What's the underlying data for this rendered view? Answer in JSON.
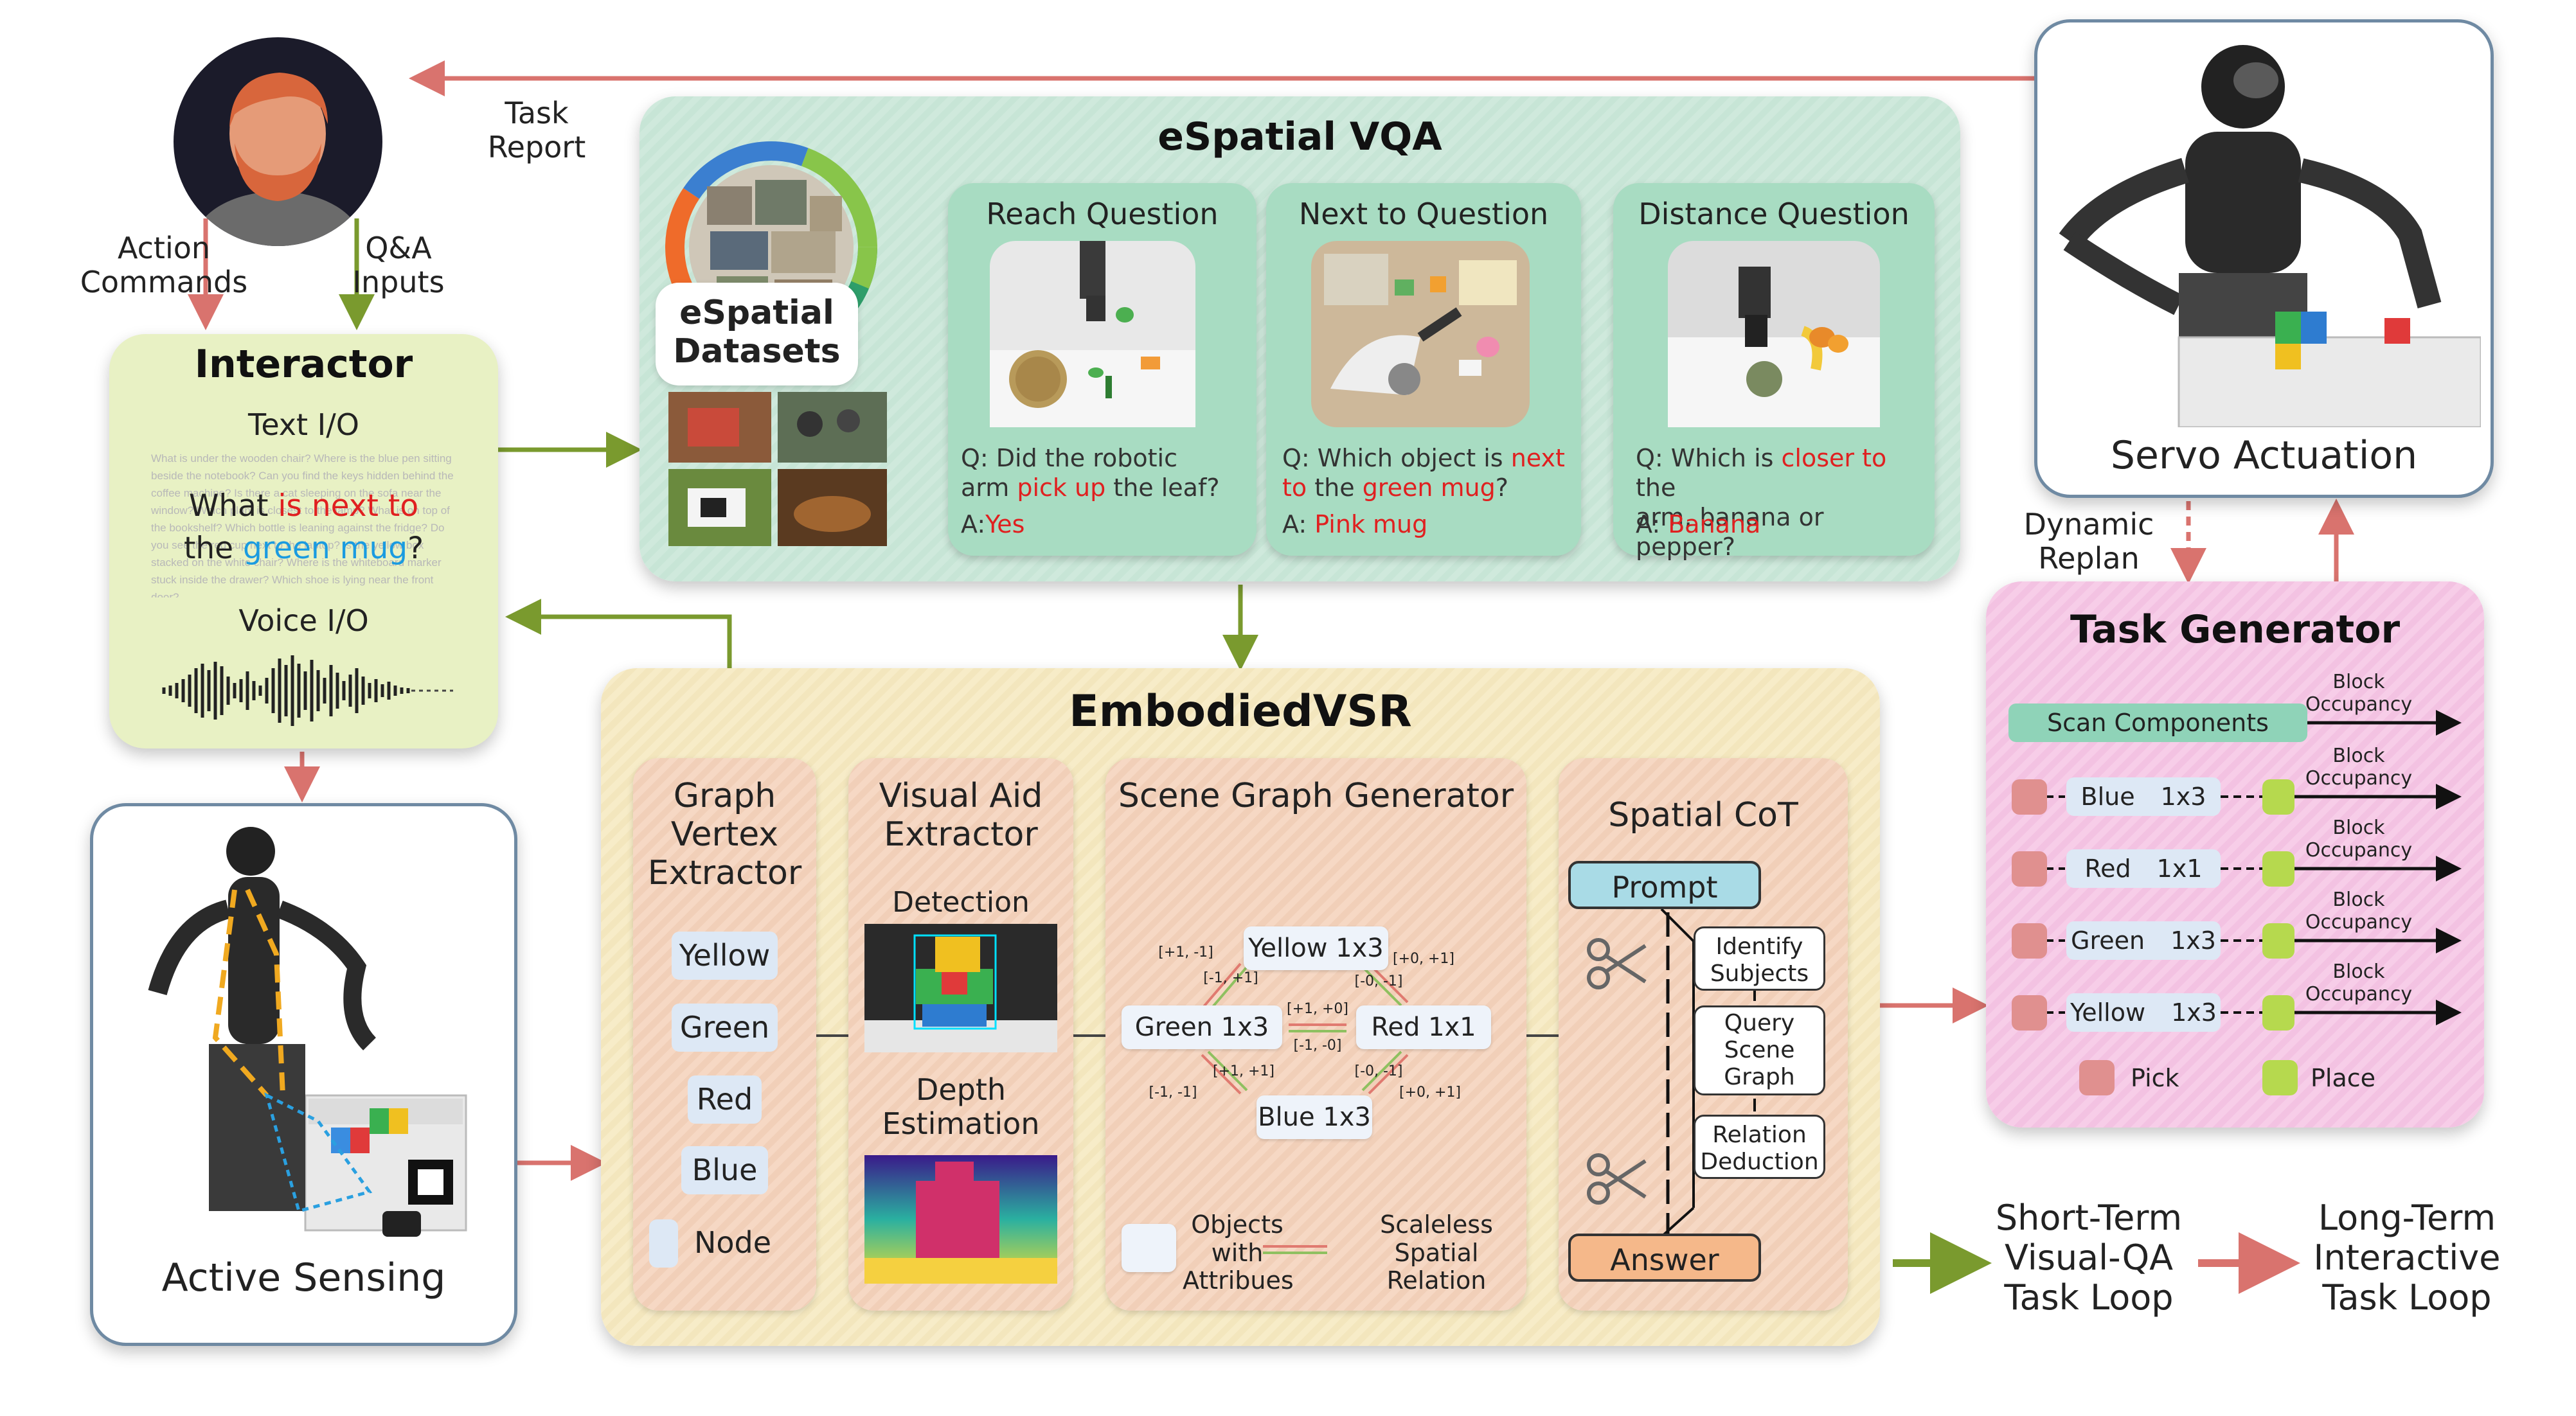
{
  "task_report": "Task\nReport",
  "action_commands": "Action\nCommands",
  "qa_inputs": "Q&A\nInputs",
  "interactor": {
    "title": "Interactor",
    "text_io": "Text I/O",
    "bg_text": "What is under the wooden chair? Where is the blue pen sitting beside the notebook? Can you find the keys hidden behind the coffee machine? Is there a cat sleeping on the sofa near the window? Which plant is closest to the lamp? What is on top of the bookshelf? Which bottle is leaning against the fridge? Do you see the red cup next to the laptop? Is the yellow box stacked on the white chair? Where is the whiteboard marker stuck inside the drawer? Which shoe is lying near the front door?",
    "q_prefix": "What ",
    "q_red": "is next to",
    "q_mid": "the ",
    "q_blue": "green mug",
    "q_end": "?",
    "voice_io": "Voice I/O"
  },
  "active_sensing": "Active Sensing",
  "espatial": {
    "title": "eSpatial VQA",
    "datasets": "eSpatial\nDatasets",
    "cards": [
      {
        "header": "Reach Question",
        "q1": "Q: Did the robotic",
        "q2a": "arm ",
        "q2red": "pick up",
        "q2b": " the leaf?",
        "a_prefix": "A:",
        "a": "Yes"
      },
      {
        "header": "Next to Question",
        "q1a": "Q: Which object is ",
        "q1red": "next",
        "q2red": "to",
        "q2a": " the ",
        "q2red2": "green mug",
        "q2b": "?",
        "a_prefix": "A: ",
        "a": "Pink mug"
      },
      {
        "header": "Distance Question",
        "q1a": "Q: Which is ",
        "q1red": "closer to",
        "q1b": " the",
        "q2": "arm, banana or pepper?",
        "a_prefix": "A: ",
        "a": "Banana"
      }
    ]
  },
  "servo": "Servo Actuation",
  "dynamic_replan": "Dynamic\nReplan",
  "task_generator": {
    "title": "Task Generator",
    "scan": "Scan Components",
    "occupancy": "Block\nOccupancy",
    "rows": [
      {
        "color": "Blue",
        "size": "1x3"
      },
      {
        "color": "Red",
        "size": "1x1"
      },
      {
        "color": "Green",
        "size": "1x3"
      },
      {
        "color": "Yellow",
        "size": "1x3"
      }
    ],
    "pick": "Pick",
    "place": "Place"
  },
  "embodied": {
    "title": "EmbodiedVSR",
    "gve": "Graph\nVertex\nExtractor",
    "gve_nodes": [
      "Yellow",
      "Green",
      "Red",
      "Blue"
    ],
    "node_legend": "Node",
    "vae": "Visual Aid\nExtractor",
    "detection": "Detection",
    "depth": "Depth\nEstimation",
    "sgg": "Scene Graph Generator",
    "sg_nodes": {
      "yellow": [
        "Yellow",
        "1x3"
      ],
      "green": [
        "Green",
        "1x3"
      ],
      "red": [
        "Red",
        "1x1"
      ],
      "blue": [
        "Blue",
        "1x3"
      ]
    },
    "sg_edges": [
      "[+1, -1]",
      "[-1, +1]",
      "[+0, +1]",
      "[-0, -1]",
      "[+1, +0]",
      "[-1, -0]",
      "[+1, +1]",
      "[-1, -1]",
      "[-0, -1]",
      "[+0, +1]"
    ],
    "objects_legend": "Objects\nwith\nAttribues",
    "relation_legend": "Scaleless\nSpatial\nRelation",
    "cot": "Spatial CoT",
    "prompt": "Prompt",
    "steps": [
      "Identify\nSubjects",
      "Query\nScene\nGraph",
      "Relation\nDeduction"
    ],
    "answer": "Answer"
  },
  "legend": {
    "short": "Short-Term\nVisual-QA\nTask Loop",
    "long": "Long-Term\nInteractive\nTask Loop"
  },
  "colors": {
    "green_arrow": "#7a9a2e",
    "red_arrow": "#d9736e",
    "pick": "#e0908f",
    "place": "#b6d94e",
    "scan": "#8fd3b8",
    "prompt": "#a9dbe6",
    "answer": "#f5b88a"
  }
}
